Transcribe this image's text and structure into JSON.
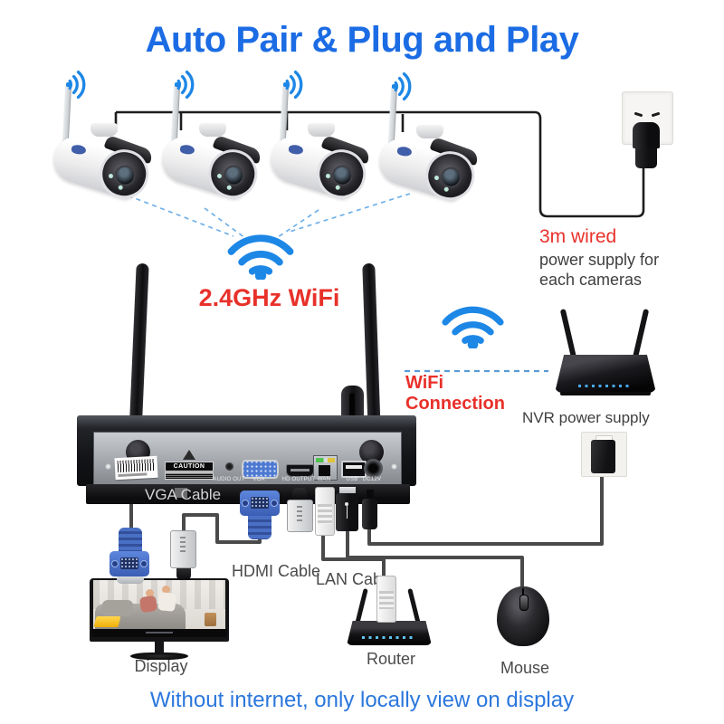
{
  "title": "Auto Pair & Plug and Play",
  "footer": "Without internet, only locally view on display",
  "wifi": {
    "freq_label": "2.4GHz WiFi",
    "connection_label": "WiFi Connection"
  },
  "power": {
    "wired_label": "3m wired",
    "wired_sub": "power supply for each cameras",
    "nvr_label": "NVR power supply"
  },
  "cables": {
    "vga": "VGA Cable",
    "hdmi": "HDMI Cable",
    "lan": "LAN Cable"
  },
  "devices": {
    "display": "Display",
    "router": "Router",
    "mouse": "Mouse"
  },
  "nvr": {
    "caution": "CAUTION",
    "ports": [
      "AUDIO OUT",
      "VGA",
      "HD OUTPUT",
      "WAN",
      "USB",
      "DC12V"
    ]
  },
  "icons": {
    "wifi": "wifi-signal-icon",
    "outlet": "power-outlet",
    "plug": "power-plug",
    "warning": "warning-triangle-icon"
  },
  "colors": {
    "title_blue": "#1b6ce4",
    "footer_blue": "#2b77dd",
    "accent_red": "#e8312a",
    "wifi_blue": "#1d87e6",
    "dashed_blue": "#6fb0e8",
    "wire_dark": "#3c3c3c"
  }
}
